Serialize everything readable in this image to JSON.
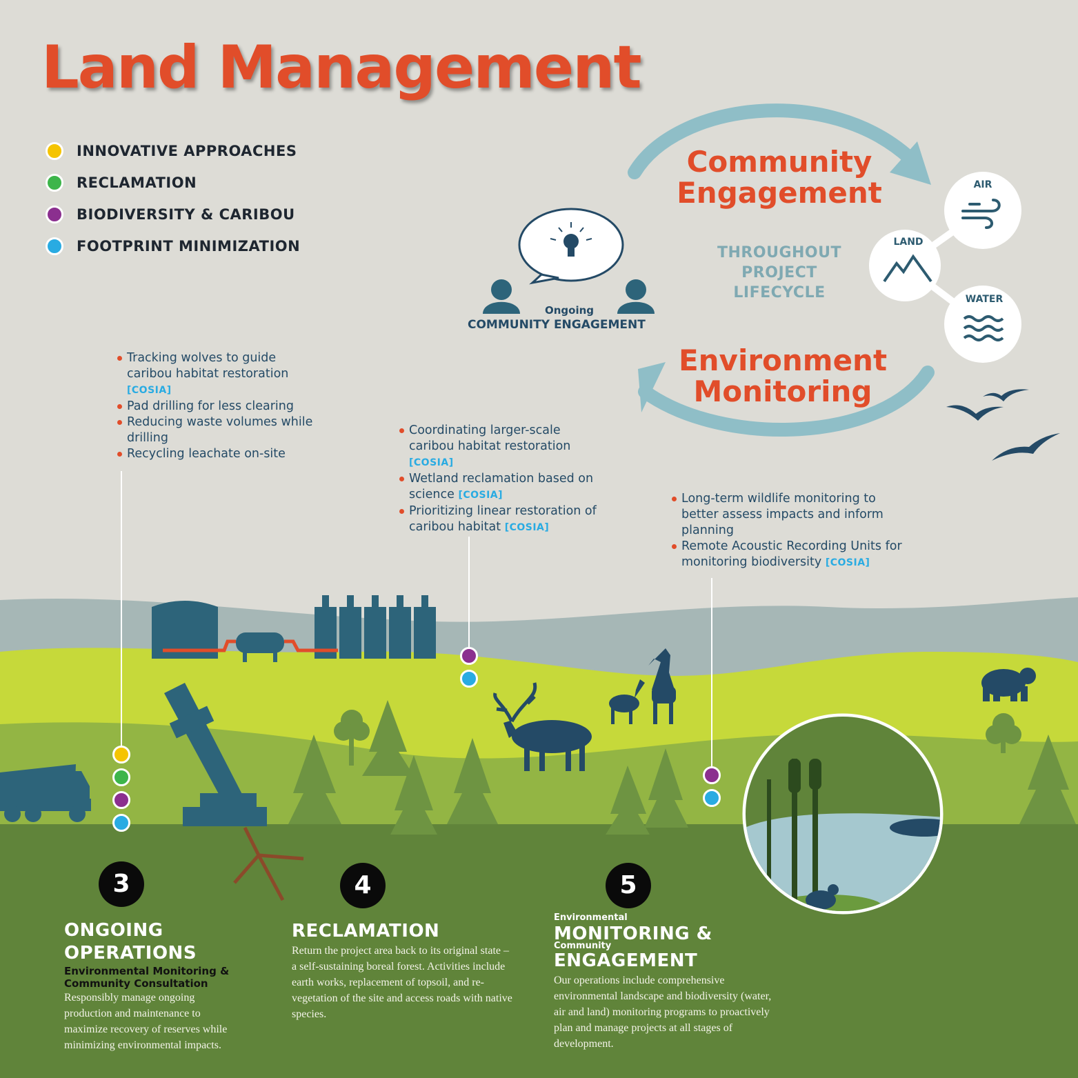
{
  "title": "Land Management",
  "colors": {
    "innovative": "#f5c400",
    "reclamation": "#3db54a",
    "biodiversity": "#8b2f8f",
    "footprint": "#29abe2",
    "accent_orange": "#e14d2a",
    "navy": "#244a66",
    "arrow_teal": "#8fbec7"
  },
  "legend": [
    {
      "label": "INNOVATIVE APPROACHES",
      "color": "#f5c400"
    },
    {
      "label": "RECLAMATION",
      "color": "#3db54a"
    },
    {
      "label": "BIODIVERSITY & CARIBOU",
      "color": "#8b2f8f"
    },
    {
      "label": "FOOTPRINT MINIMIZATION",
      "color": "#29abe2"
    }
  ],
  "cycle": {
    "top": "Community Engagement",
    "top_line1": "Community",
    "top_line2": "Engagement",
    "center_line1": "THROUGHOUT",
    "center_line2": "PROJECT",
    "center_line3": "LIFECYCLE",
    "bottom_line1": "Environment",
    "bottom_line2": "Monitoring"
  },
  "elements": {
    "air": "AIR",
    "land": "LAND",
    "water": "WATER"
  },
  "engagement": {
    "small": "Ongoing",
    "main": "COMMUNITY  ENGAGEMENT"
  },
  "bullets_ops": {
    "items": [
      {
        "text": "Tracking wolves to guide caribou habitat restoration",
        "tag": "[COSIA]"
      },
      {
        "text": "Pad drilling for less clearing",
        "tag": ""
      },
      {
        "text": "Reducing waste volumes while drilling",
        "tag": ""
      },
      {
        "text": "Recycling leachate on-site",
        "tag": ""
      }
    ]
  },
  "bullets_reclamation": {
    "items": [
      {
        "text": "Coordinating larger-scale caribou habitat restoration",
        "tag": "[COSIA]"
      },
      {
        "text": "Wetland reclamation based on science",
        "tag": "[COSIA]"
      },
      {
        "text": "Prioritizing linear restoration of caribou habitat",
        "tag": "[COSIA]"
      }
    ]
  },
  "bullets_monitoring": {
    "items": [
      {
        "text": "Long-term wildlife monitoring to better assess impacts and inform planning",
        "tag": ""
      },
      {
        "text": "Remote Acoustic Recording Units for monitoring biodiversity",
        "tag": "[COSIA]"
      }
    ]
  },
  "stages": [
    {
      "number": "3",
      "title_line1": "ONGOING",
      "title_line2": "OPERATIONS",
      "subtitle_line1": "Environmental Monitoring &",
      "subtitle_line2": "Community Consultation",
      "body": "Responsibly manage ongoing production and maintenance to maximize recovery of reserves while minimizing environmental impacts."
    },
    {
      "number": "4",
      "title_line1": "RECLAMATION",
      "body": "Return the project area back to its original state – a self-sustaining boreal forest. Activities include earth works, replacement of topsoil, and re-vegetation of the site and access roads with native species."
    },
    {
      "number": "5",
      "small1": "Environmental",
      "title_line1": "MONITORING &",
      "small2": "Community",
      "title_line2": "ENGAGEMENT",
      "body": "Our operations include comprehensive environmental landscape and biodiversity (water, air and land) monitoring programs to proactively plan and manage projects at all stages of development."
    }
  ],
  "icons": {
    "cycle": "cycle-arrows-icon",
    "idea": "lightbulb-icon",
    "people": "person-icon",
    "air": "wind-icon",
    "land": "mountain-icon",
    "water": "waves-icon",
    "birds": "bird-icon"
  }
}
